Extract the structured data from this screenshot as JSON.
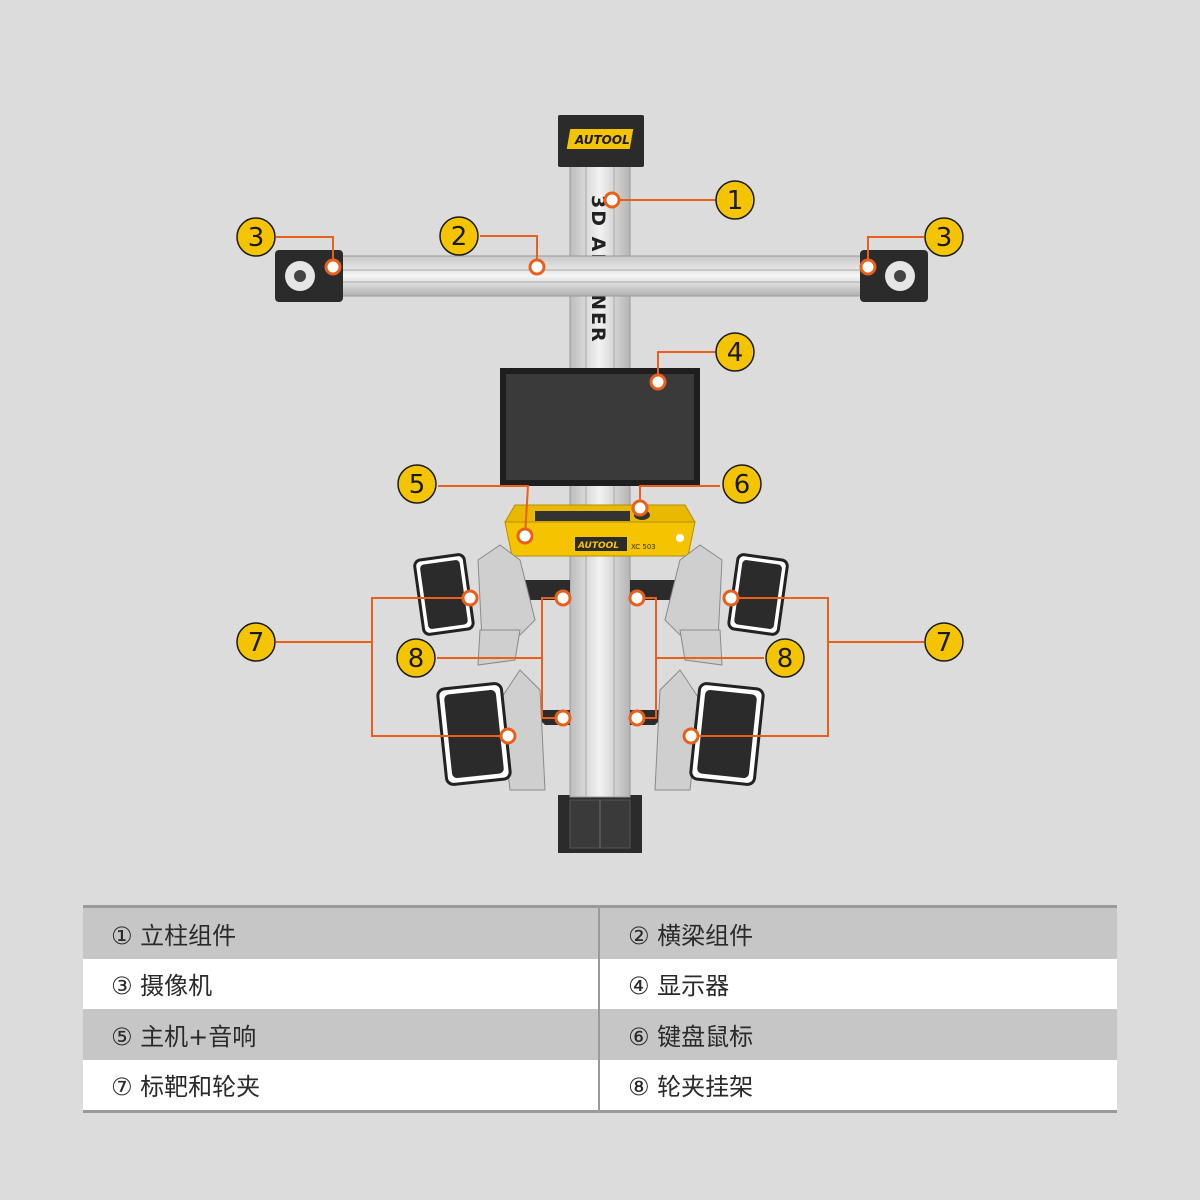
{
  "brand": {
    "logo_top": "AUTOOL",
    "logo_console": "AUTOOL",
    "model": "XC 503",
    "column_text": "3D  ALIGNER"
  },
  "colors": {
    "background": "#dcdcdc",
    "accent_yellow": "#f5c400",
    "callout_orange": "#e8601c",
    "dark": "#2b2b2b"
  },
  "callouts": [
    {
      "id": "c1",
      "label": "1"
    },
    {
      "id": "c2",
      "label": "2"
    },
    {
      "id": "c3l",
      "label": "3"
    },
    {
      "id": "c3r",
      "label": "3"
    },
    {
      "id": "c4",
      "label": "4"
    },
    {
      "id": "c5",
      "label": "5"
    },
    {
      "id": "c6",
      "label": "6"
    },
    {
      "id": "c7l",
      "label": "7"
    },
    {
      "id": "c7r",
      "label": "7"
    },
    {
      "id": "c8l",
      "label": "8"
    },
    {
      "id": "c8r",
      "label": "8"
    }
  ],
  "legend": {
    "rows": [
      {
        "left": "① 立柱组件",
        "right": "② 横梁组件"
      },
      {
        "left": "③ 摄像机",
        "right": "④ 显示器"
      },
      {
        "left": "⑤ 主机+音响",
        "right": "⑥ 键盘鼠标"
      },
      {
        "left": "⑦ 标靶和轮夹",
        "right": "⑧ 轮夹挂架"
      }
    ]
  }
}
